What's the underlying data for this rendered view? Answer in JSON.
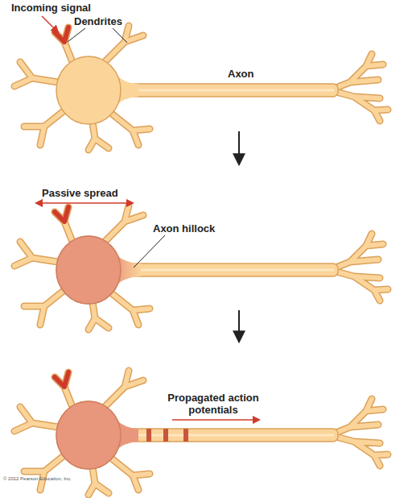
{
  "diagram": {
    "labels": [
      "Incoming signal",
      "Dendrites",
      "Axon",
      "Passive spread",
      "Axon hillock",
      "Propagated action potentials",
      "© 2012 Pearson Education, Inc."
    ]
  }
}
